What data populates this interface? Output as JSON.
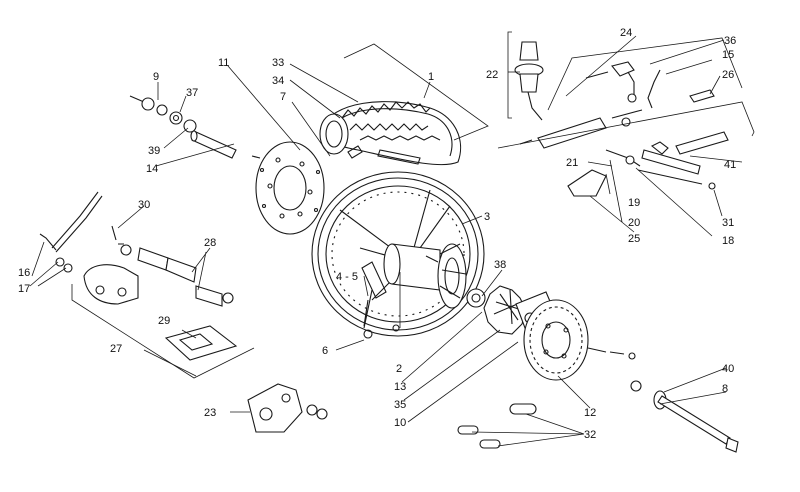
{
  "callouts": [
    {
      "label": "1"
    },
    {
      "label": "2"
    },
    {
      "label": "3"
    },
    {
      "label": "4 - 5"
    },
    {
      "label": "6"
    },
    {
      "label": "7"
    },
    {
      "label": "8"
    },
    {
      "label": "9"
    },
    {
      "label": "10"
    },
    {
      "label": "11"
    },
    {
      "label": "12"
    },
    {
      "label": "13"
    },
    {
      "label": "14"
    },
    {
      "label": "15"
    },
    {
      "label": "16"
    },
    {
      "label": "17"
    },
    {
      "label": "18"
    },
    {
      "label": "19"
    },
    {
      "label": "20"
    },
    {
      "label": "21"
    },
    {
      "label": "22"
    },
    {
      "label": "23"
    },
    {
      "label": "24"
    },
    {
      "label": "25"
    },
    {
      "label": "26"
    },
    {
      "label": "27"
    },
    {
      "label": "28"
    },
    {
      "label": "29"
    },
    {
      "label": "30"
    },
    {
      "label": "31"
    },
    {
      "label": "32"
    },
    {
      "label": "33"
    },
    {
      "label": "34"
    },
    {
      "label": "35"
    },
    {
      "label": "36"
    },
    {
      "label": "37"
    },
    {
      "label": "38"
    },
    {
      "label": "39"
    },
    {
      "label": "40"
    },
    {
      "label": "41"
    }
  ],
  "colors": {
    "ink": "#1a1a1a",
    "background": "#ffffff"
  }
}
